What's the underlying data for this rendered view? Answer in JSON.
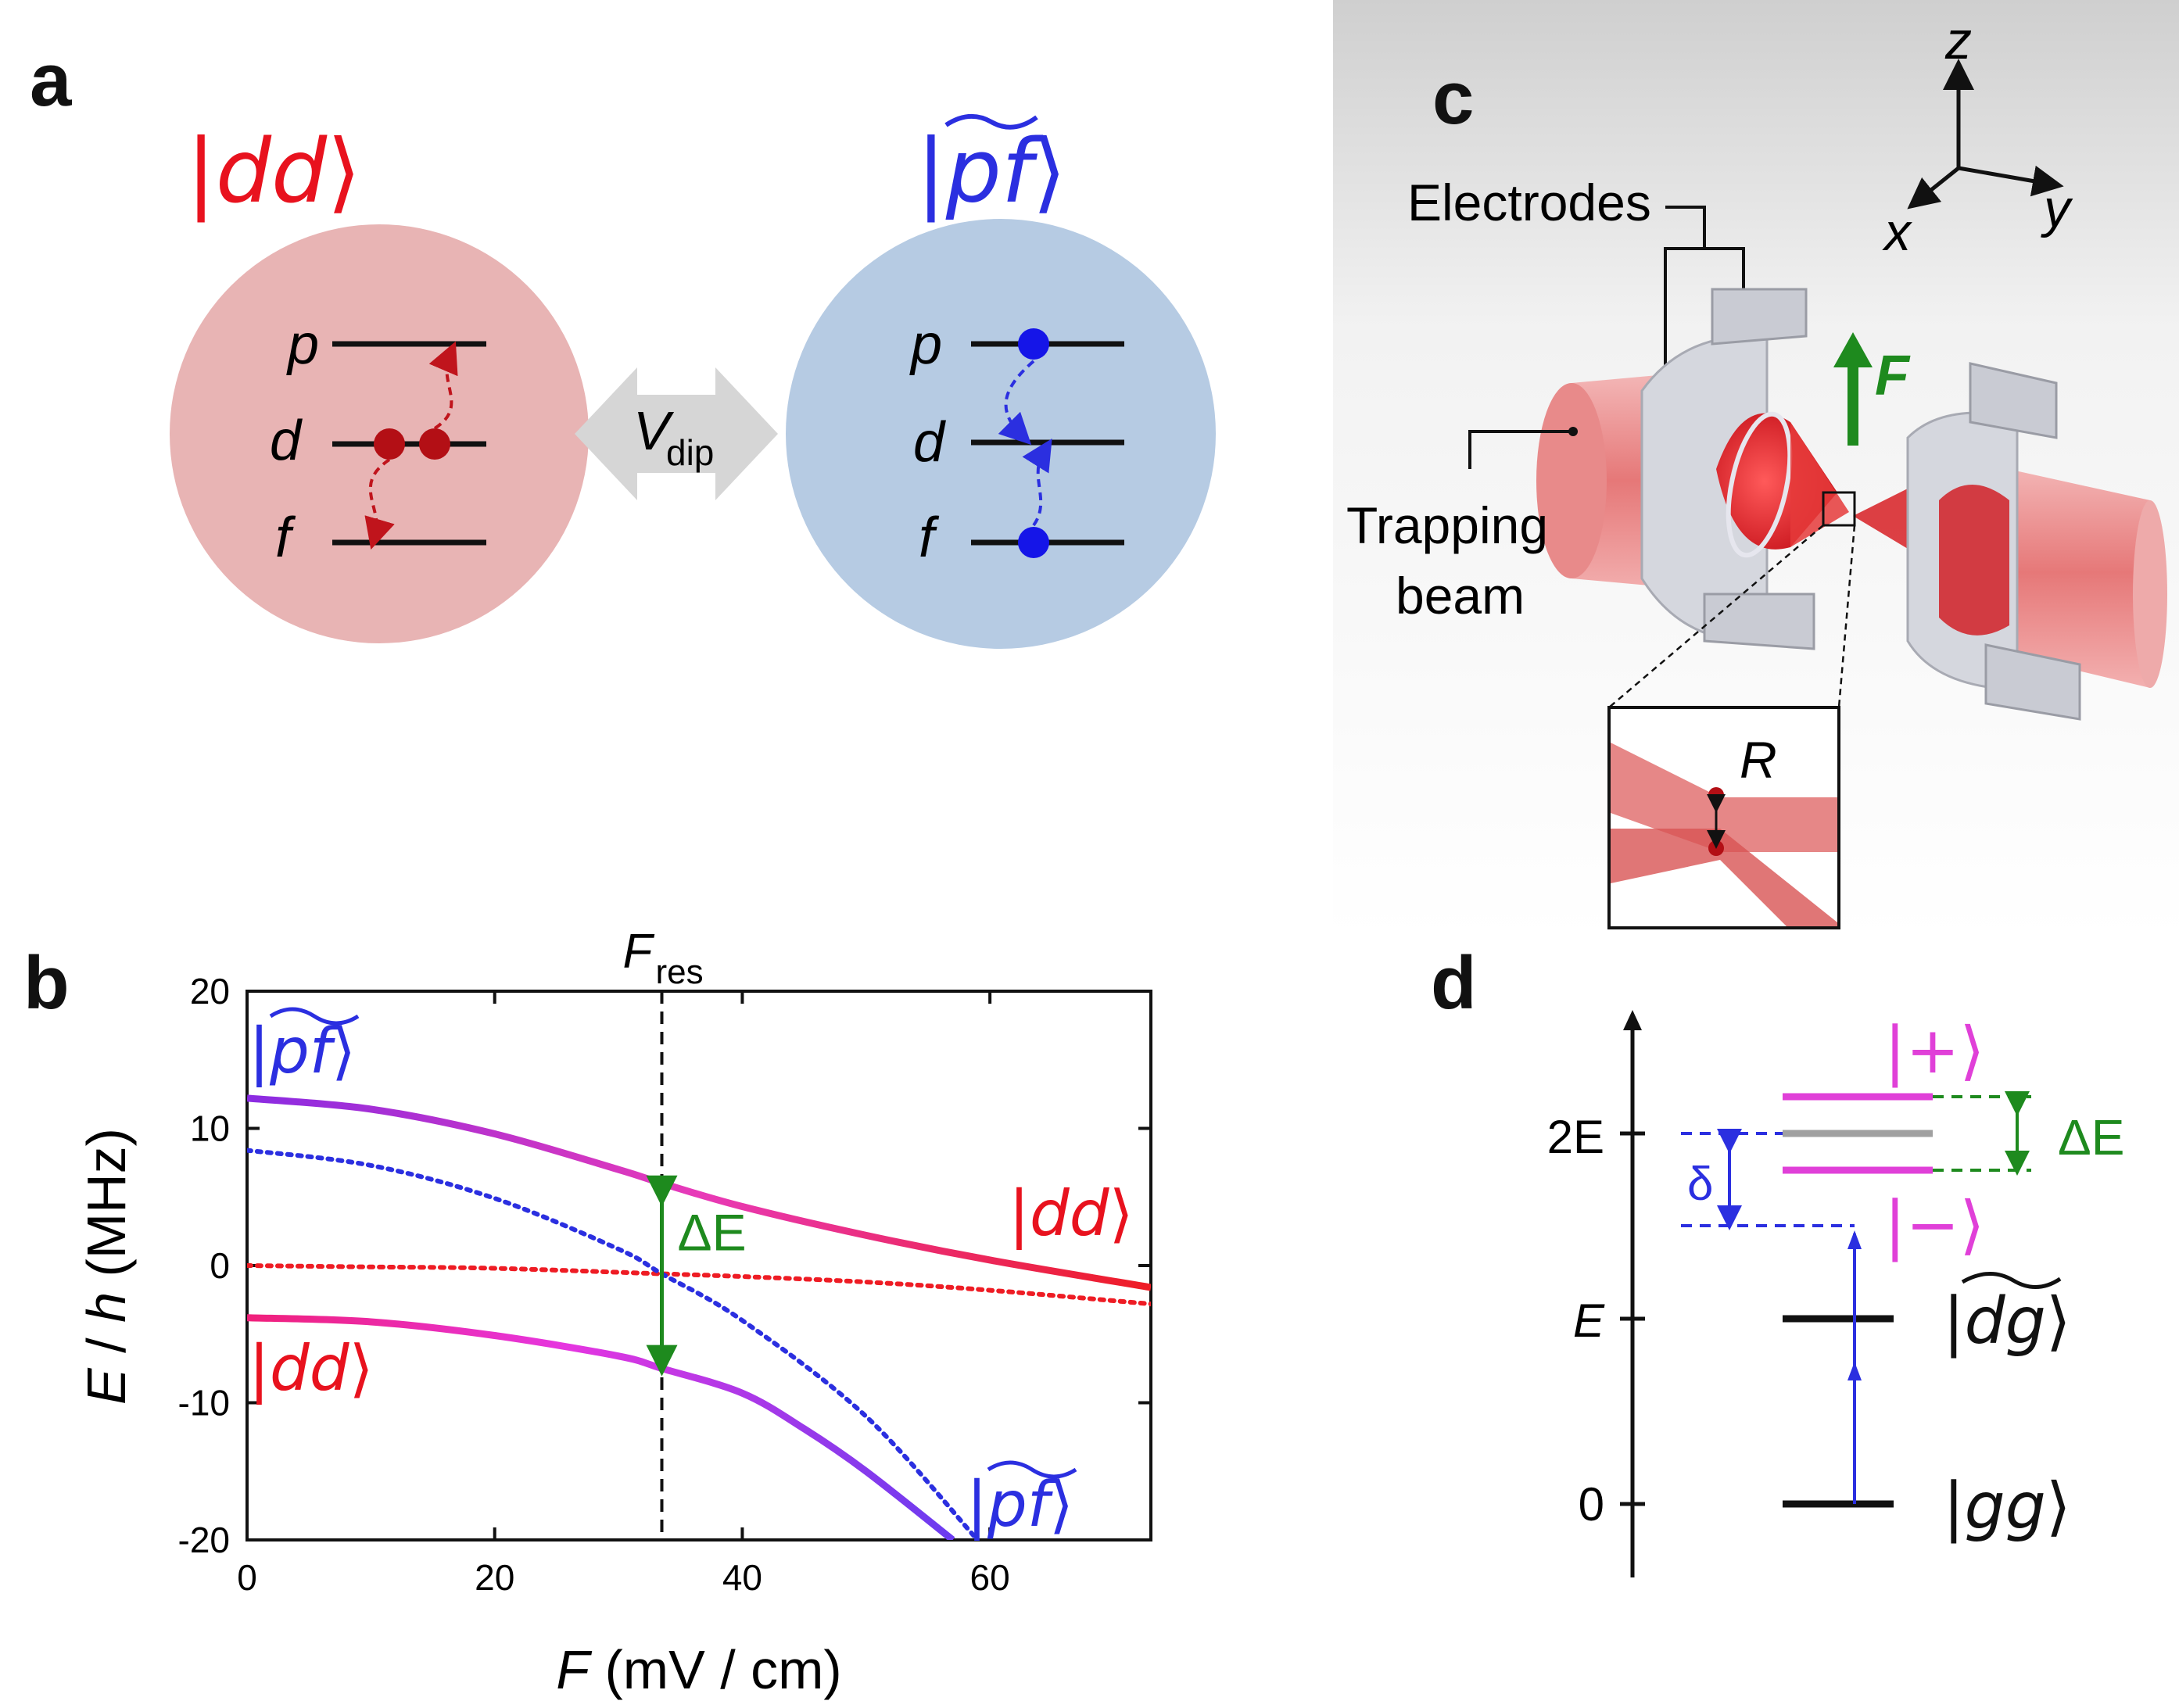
{
  "panels": {
    "a": "a",
    "b": "b",
    "c": "c",
    "d": "d"
  },
  "colors": {
    "red": "#e8121e",
    "dark_red": "#c0141c",
    "blue": "#2b2fe0",
    "green": "#1e8a1e",
    "magenta": "#e040d8",
    "gray": "#a0a0a0",
    "pink_circle": "#e8b4b4",
    "blue_circle": "#b6cbe3"
  },
  "panel_a": {
    "left_state": {
      "label": "dd",
      "levels": [
        "p",
        "d",
        "f"
      ]
    },
    "right_state": {
      "label": "pf",
      "levels": [
        "p",
        "d",
        "f"
      ]
    },
    "coupling": {
      "symbol": "V",
      "subscript": "dip"
    }
  },
  "panel_b": {
    "top_label": {
      "symbol": "F",
      "subscript": "res"
    },
    "curve_labels": {
      "upper_left": "pf",
      "right": "dd",
      "lower_left": "dd",
      "lower_right": "pf"
    },
    "gap_label": "ΔE",
    "x_tick_labels": [
      "0",
      "20",
      "40",
      "60"
    ],
    "y_tick_labels": [
      "20",
      "10",
      "0",
      "-10",
      "-20"
    ],
    "xlabel": "F  (mV / cm)",
    "ylabel": "E / h (MHz)"
  },
  "panel_c": {
    "axes": {
      "z": "z",
      "x": "x",
      "y": "y"
    },
    "electrodes_label": "Electrodes",
    "beam_label_line1": "Trapping",
    "beam_label_line2": "beam",
    "field_label": "F",
    "inset_label": "R"
  },
  "panel_d": {
    "y_tick_labels": [
      "2E",
      "E",
      "0"
    ],
    "states": {
      "plus": "+",
      "minus": "−",
      "dg": "dg",
      "gg": "gg"
    },
    "delta_label": "δ",
    "gap_label": "ΔE"
  },
  "chart_data": {
    "type": "line",
    "title": "",
    "xlabel": "F  (mV / cm)",
    "ylabel": "E / h (MHz)",
    "xlim": [
      0,
      73
    ],
    "ylim": [
      -20,
      20
    ],
    "x_ticks": [
      0,
      20,
      40,
      60
    ],
    "y_ticks": [
      -20,
      -10,
      0,
      10,
      20
    ],
    "vertical_marker": {
      "label": "Fres",
      "x": 33.5
    },
    "series": [
      {
        "name": "|pf~> (upper, solid)",
        "x": [
          0,
          10,
          20,
          30,
          33.5,
          40,
          50,
          60,
          73
        ],
        "y": [
          12.2,
          11.4,
          9.6,
          7.0,
          6.0,
          4.3,
          2.2,
          0.4,
          -1.6
        ]
      },
      {
        "name": "|dd~> (lower, solid)",
        "x": [
          0,
          10,
          20,
          30,
          33.5,
          40,
          45,
          50,
          57
        ],
        "y": [
          -3.8,
          -4.1,
          -5.1,
          -6.6,
          -7.5,
          -9.3,
          -11.9,
          -15.0,
          -20.0
        ]
      },
      {
        "name": "|pf> (dotted)",
        "x": [
          0,
          10,
          20,
          30,
          33.5,
          40,
          50,
          59
        ],
        "y": [
          8.4,
          7.3,
          4.9,
          1.2,
          -0.6,
          -4.0,
          -11.0,
          -20.0
        ]
      },
      {
        "name": "|dd> (dotted)",
        "x": [
          0,
          10,
          20,
          33.5,
          40,
          50,
          60,
          73
        ],
        "y": [
          0.0,
          -0.1,
          -0.2,
          -0.6,
          -0.8,
          -1.2,
          -1.8,
          -2.8
        ]
      }
    ],
    "annotation": {
      "label": "ΔE",
      "x": 33.5,
      "y_from": -7.5,
      "y_to": 6.0
    }
  }
}
